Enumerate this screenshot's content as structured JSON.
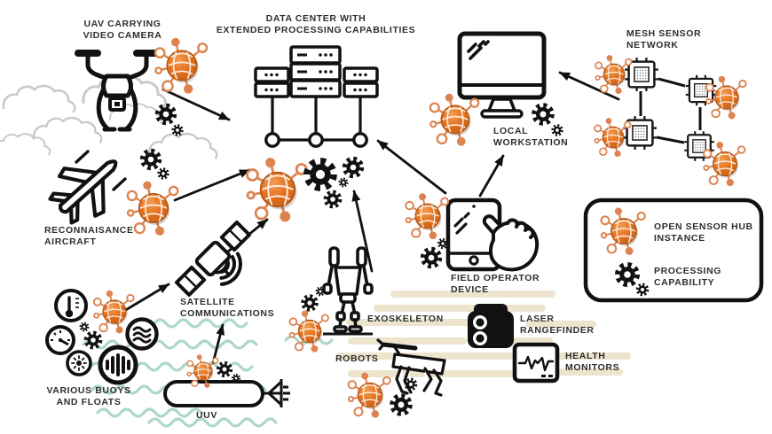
{
  "title": "Open Sensor Hub field architecture diagram",
  "colors": {
    "hub_orange": "#e2711d",
    "hub_orange_light": "#f59d52",
    "hub_spoke": "#dd8350",
    "ink": "#111111",
    "text": "#2e2e2e",
    "cloud": "#c9c9c9",
    "wave_teal": "#aed8c6",
    "stripe_beige": "#ece4cd"
  },
  "nodes": {
    "uav": {
      "icon": "drone-icon",
      "label": [
        "UAV CARRYING",
        "VIDEO CAMERA"
      ]
    },
    "data_center": {
      "icon": "server-rack-icon",
      "label": [
        "DATA CENTER WITH",
        "EXTENDED PROCESSING CAPABILITIES"
      ]
    },
    "local_workstation": {
      "icon": "desktop-monitor-icon",
      "label": [
        "LOCAL",
        "WORKSTATION"
      ]
    },
    "mesh_network": {
      "icon": "chip-icon",
      "label": [
        "MESH SENSOR",
        "NETWORK"
      ]
    },
    "aircraft": {
      "icon": "airplane-icon",
      "label": [
        "RECONNAISANCE",
        "AIRCRAFT"
      ]
    },
    "satellite": {
      "icon": "satellite-icon",
      "label": [
        "SATELLITE",
        "COMMUNICATIONS"
      ]
    },
    "buoys": {
      "icon": "buoy-sensor-icons",
      "label": [
        "VARIOUS BUOYS",
        "AND FLOATS"
      ]
    },
    "uuv": {
      "icon": "submarine-icon",
      "label": [
        "UUV"
      ]
    },
    "exoskeleton": {
      "icon": "exoskeleton-icon",
      "label": [
        "EXOSKELETON"
      ]
    },
    "robots": {
      "icon": "robot-dog-icon",
      "label": [
        "ROBOTS"
      ]
    },
    "field_device": {
      "icon": "tablet-hand-icon",
      "label": [
        "FIELD OPERATOR",
        "DEVICE"
      ]
    },
    "laser_rangefinder": {
      "icon": "rangefinder-icon",
      "label": [
        "LASER",
        "RANGEFINDER"
      ]
    },
    "health_monitors": {
      "icon": "ecg-monitor-icon",
      "label": [
        "HEALTH",
        "MONITORS"
      ]
    }
  },
  "legend": {
    "items": [
      {
        "icon": "open-sensor-hub-icon",
        "label": [
          "OPEN SENSOR HUB",
          "INSTANCE"
        ]
      },
      {
        "icon": "gear-icon",
        "label": [
          "PROCESSING",
          "CAPABILITY"
        ]
      }
    ]
  }
}
